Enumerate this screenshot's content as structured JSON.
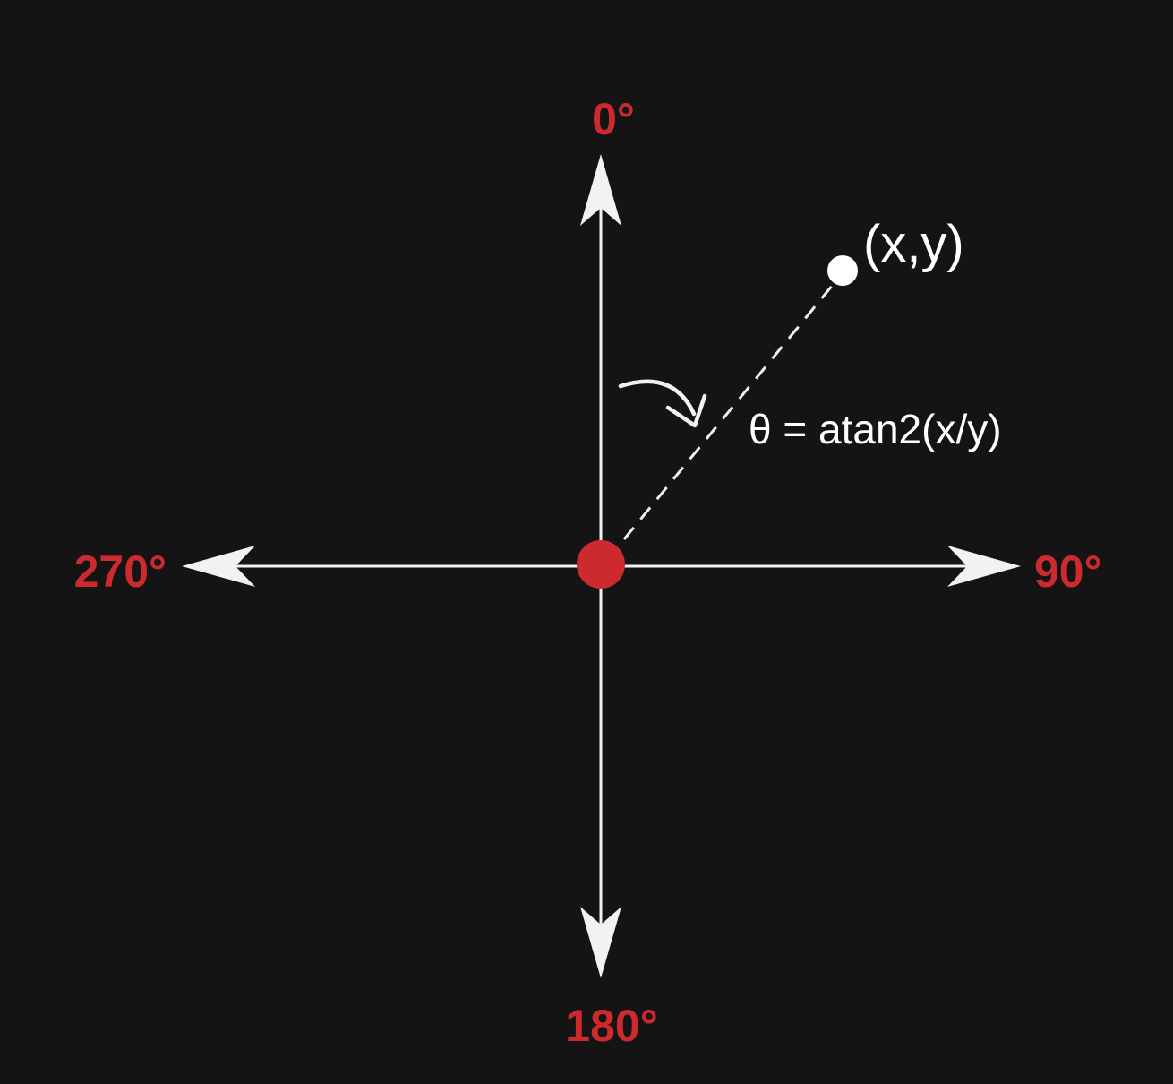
{
  "diagram": {
    "labels": {
      "top": "0°",
      "right": "90°",
      "bottom": "180°",
      "left": "270°"
    },
    "point_label": "(x,y)",
    "formula": "θ = atan2(x/y)"
  },
  "colors": {
    "background": "#141414",
    "axis": "#ffffff",
    "accent": "#cc2a2e",
    "point": "#ffffff"
  },
  "icons": {
    "rotation_arrow": "curved-arrow-icon",
    "origin": "origin-dot",
    "point": "point-dot"
  }
}
